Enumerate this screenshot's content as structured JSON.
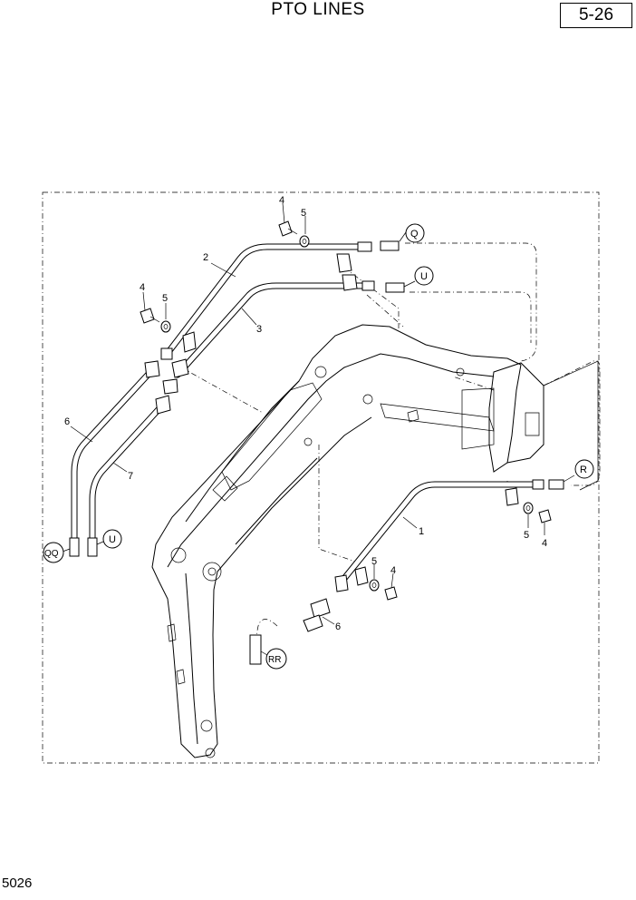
{
  "header": {
    "title": "PTO LINES",
    "page_ref": "5-26"
  },
  "footer": {
    "page_code": "5026"
  },
  "callouts": {
    "n1": "1",
    "n2": "2",
    "n3": "3",
    "n4a": "4",
    "n5a": "5",
    "n4b": "4",
    "n5b": "5",
    "n6a": "6",
    "n7": "7",
    "n5c": "5",
    "n4c": "4",
    "n5d": "5",
    "n4d": "4",
    "n6b": "6"
  },
  "connectors": {
    "q": "Q",
    "u1": "U",
    "r": "R",
    "qq": "QQ",
    "u2": "U",
    "rr": "RR"
  }
}
